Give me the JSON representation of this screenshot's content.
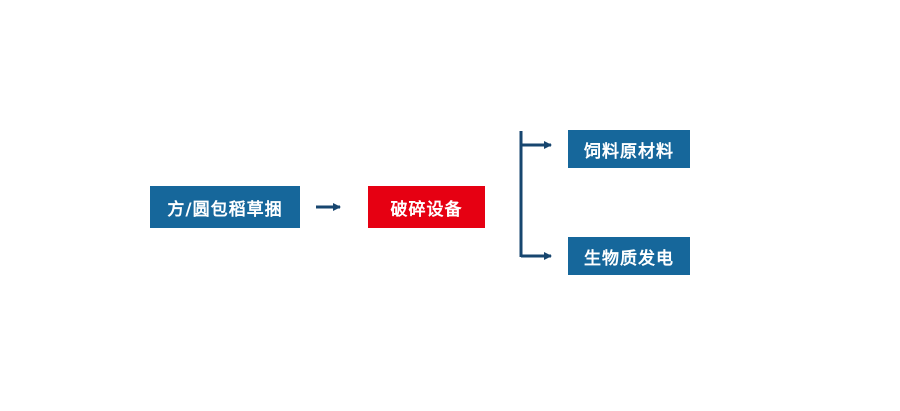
{
  "diagram": {
    "title": "straw-bale-processing-flow",
    "nodes": {
      "source": {
        "label": "方/圆包稻草捆",
        "color": "#16679b"
      },
      "process": {
        "label": "破碎设备",
        "color": "#e60012"
      },
      "output_top": {
        "label": "饲料原材料",
        "color": "#16679b"
      },
      "output_bottom": {
        "label": "生物质发电",
        "color": "#16679b"
      }
    },
    "colors": {
      "arrow": "#17466f",
      "node_text": "#ffffff",
      "background": "#ffffff"
    }
  }
}
